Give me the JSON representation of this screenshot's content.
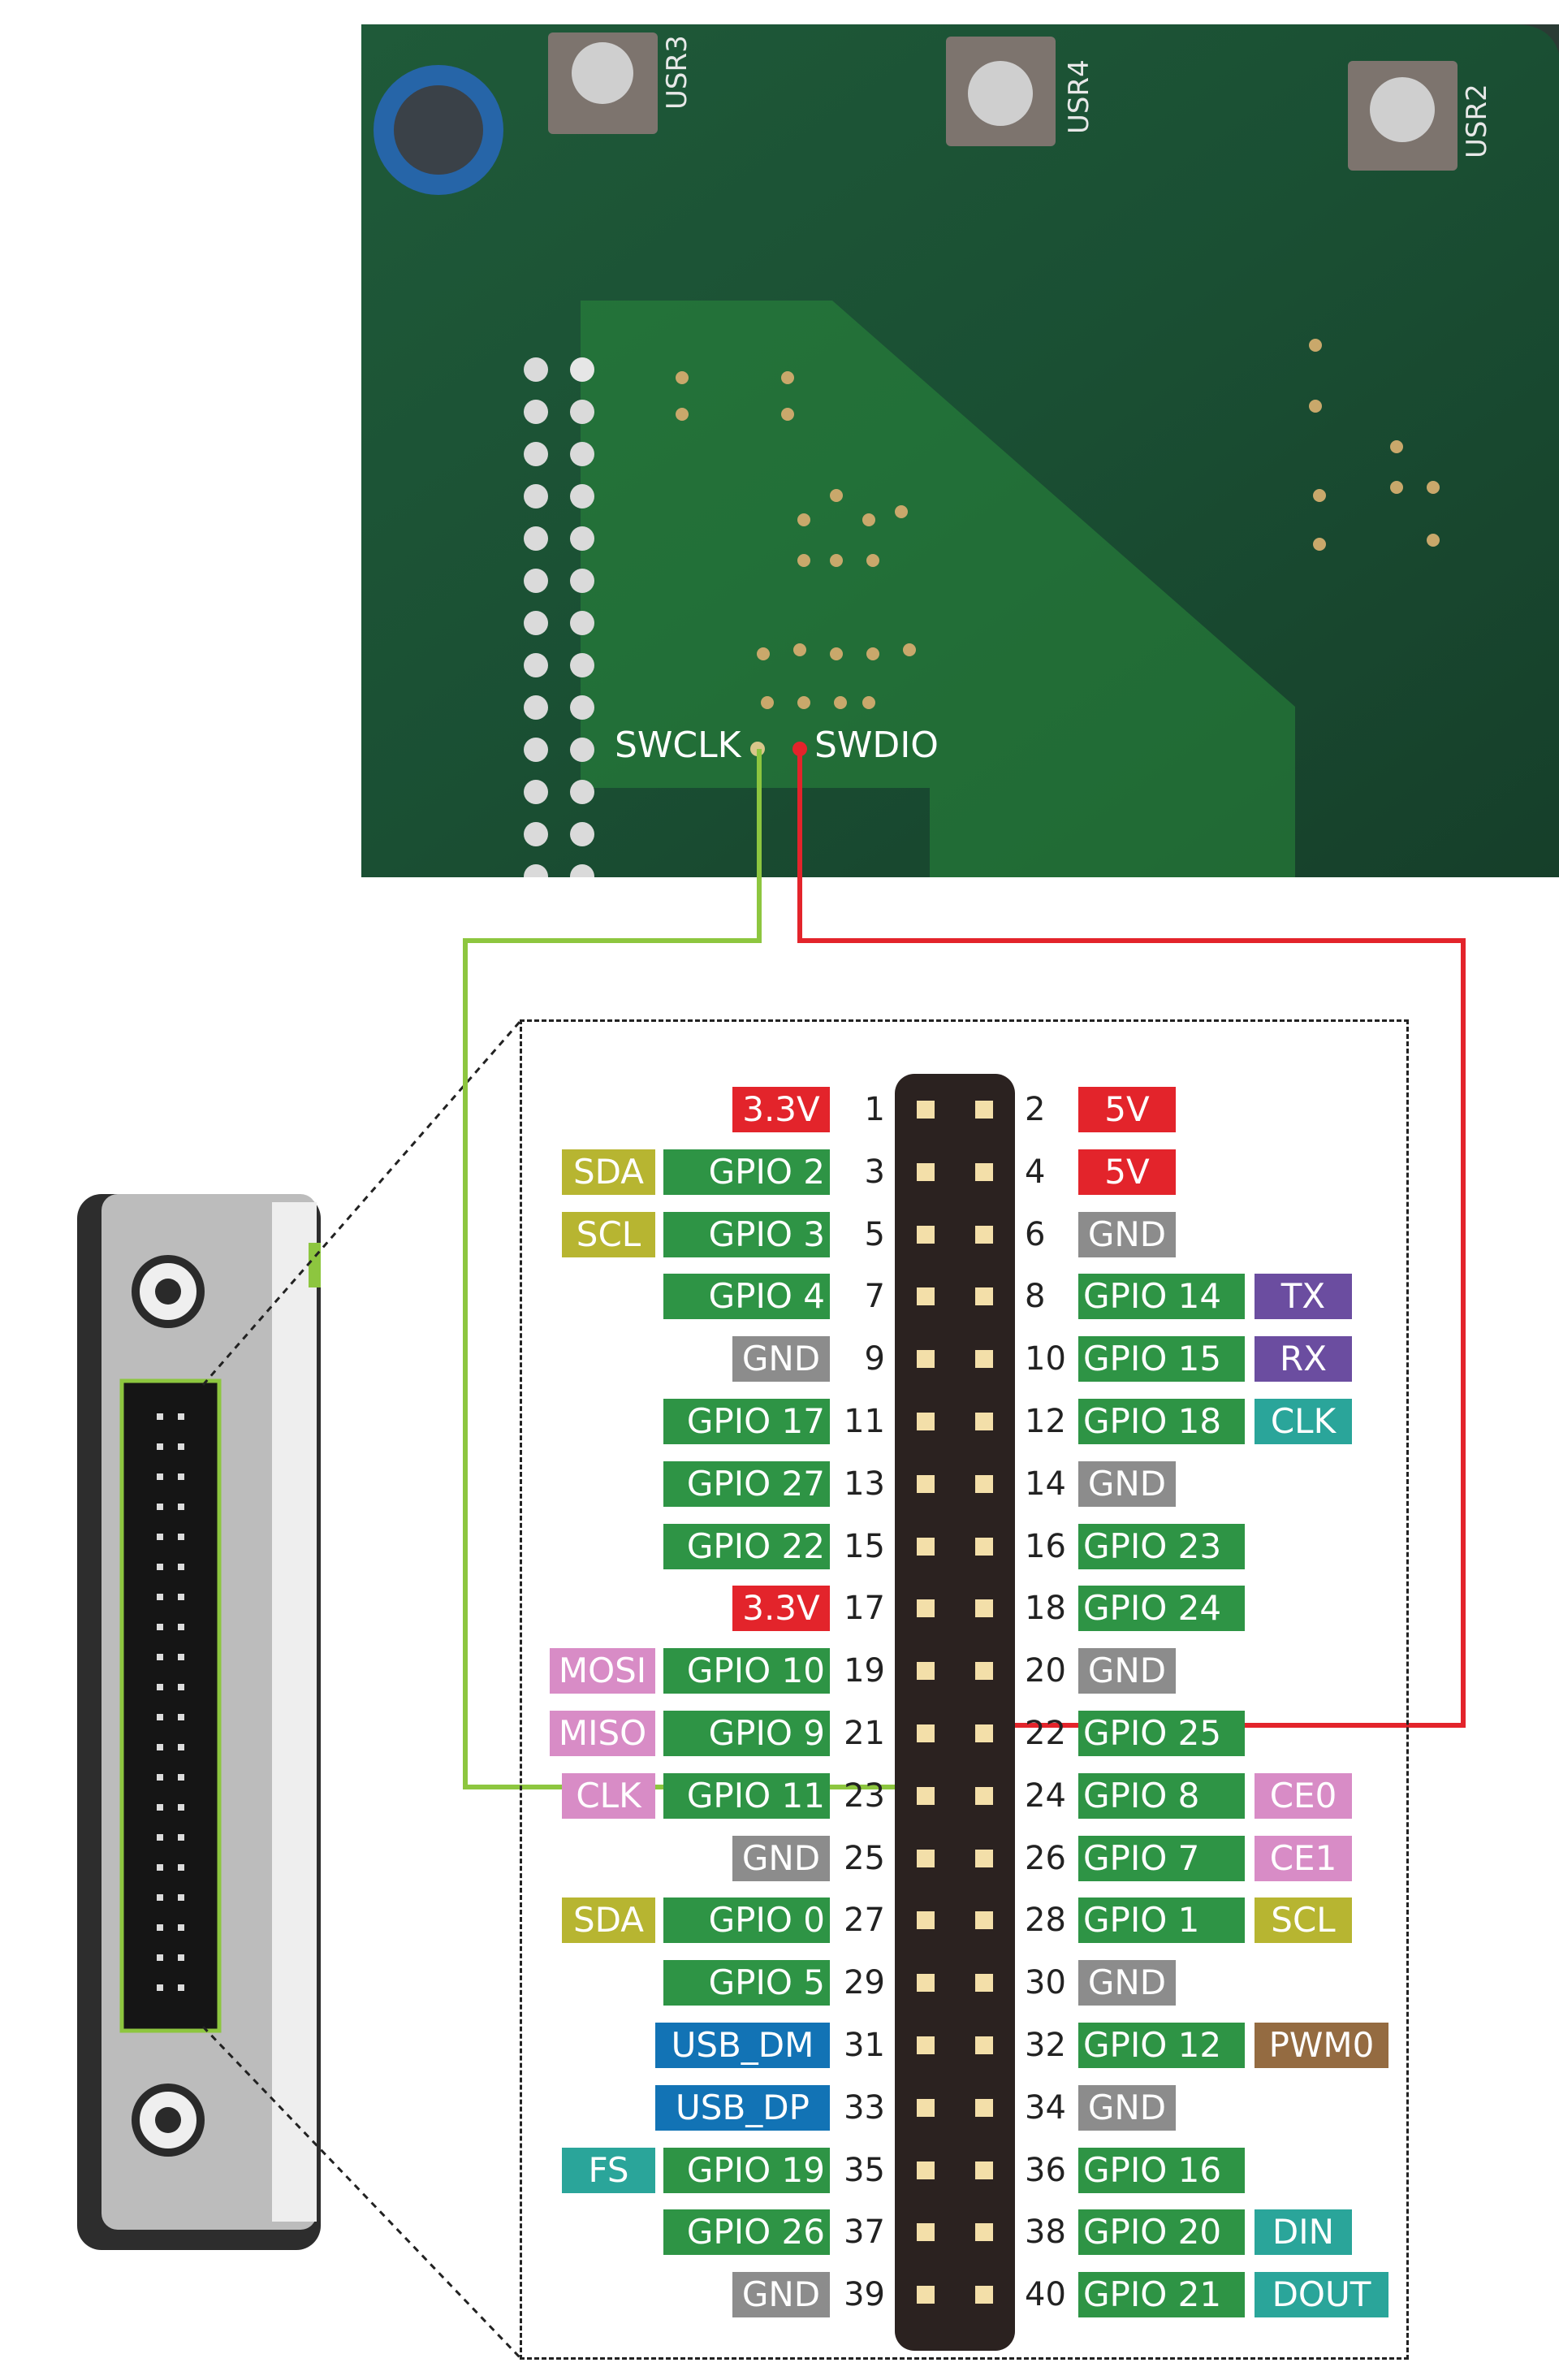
{
  "board": {
    "buttons": [
      "USR3",
      "USR4",
      "USR2"
    ],
    "signals": {
      "clk": "SWCLK",
      "dio": "SWDIO"
    }
  },
  "colors": {
    "power": "#e3242b",
    "gpio": "#2e9445",
    "gnd": "#8c8c8c",
    "i2c": "#b7b531",
    "uart": "#6b4da0",
    "pcm": "#2aa59a",
    "spi": "#d88cc6",
    "usb": "#1273b5",
    "pwm": "#946b41",
    "clk_wire": "#8dc63f",
    "dio_wire": "#e3242b"
  },
  "pins": [
    {
      "n": "1",
      "name": "3.3V",
      "name_type": "power",
      "alt": "",
      "alt_type": ""
    },
    {
      "n": "2",
      "name": "5V",
      "name_type": "power",
      "alt": "",
      "alt_type": ""
    },
    {
      "n": "3",
      "name": "GPIO 2",
      "name_type": "gpio",
      "alt": "SDA",
      "alt_type": "i2c"
    },
    {
      "n": "4",
      "name": "5V",
      "name_type": "power",
      "alt": "",
      "alt_type": ""
    },
    {
      "n": "5",
      "name": "GPIO 3",
      "name_type": "gpio",
      "alt": "SCL",
      "alt_type": "i2c"
    },
    {
      "n": "6",
      "name": "GND",
      "name_type": "gnd",
      "alt": "",
      "alt_type": ""
    },
    {
      "n": "7",
      "name": "GPIO 4",
      "name_type": "gpio",
      "alt": "",
      "alt_type": ""
    },
    {
      "n": "8",
      "name": "GPIO 14",
      "name_type": "gpio",
      "alt": "TX",
      "alt_type": "uart"
    },
    {
      "n": "9",
      "name": "GND",
      "name_type": "gnd",
      "alt": "",
      "alt_type": ""
    },
    {
      "n": "10",
      "name": "GPIO 15",
      "name_type": "gpio",
      "alt": "RX",
      "alt_type": "uart"
    },
    {
      "n": "11",
      "name": "GPIO 17",
      "name_type": "gpio",
      "alt": "",
      "alt_type": ""
    },
    {
      "n": "12",
      "name": "GPIO 18",
      "name_type": "gpio",
      "alt": "CLK",
      "alt_type": "pcm"
    },
    {
      "n": "13",
      "name": "GPIO 27",
      "name_type": "gpio",
      "alt": "",
      "alt_type": ""
    },
    {
      "n": "14",
      "name": "GND",
      "name_type": "gnd",
      "alt": "",
      "alt_type": ""
    },
    {
      "n": "15",
      "name": "GPIO 22",
      "name_type": "gpio",
      "alt": "",
      "alt_type": ""
    },
    {
      "n": "16",
      "name": "GPIO 23",
      "name_type": "gpio",
      "alt": "",
      "alt_type": ""
    },
    {
      "n": "17",
      "name": "3.3V",
      "name_type": "power",
      "alt": "",
      "alt_type": ""
    },
    {
      "n": "18",
      "name": "GPIO 24",
      "name_type": "gpio",
      "alt": "",
      "alt_type": ""
    },
    {
      "n": "19",
      "name": "GPIO 10",
      "name_type": "gpio",
      "alt": "MOSI",
      "alt_type": "spi"
    },
    {
      "n": "20",
      "name": "GND",
      "name_type": "gnd",
      "alt": "",
      "alt_type": ""
    },
    {
      "n": "21",
      "name": "GPIO 9",
      "name_type": "gpio",
      "alt": "MISO",
      "alt_type": "spi"
    },
    {
      "n": "22",
      "name": "GPIO 25",
      "name_type": "gpio",
      "alt": "",
      "alt_type": ""
    },
    {
      "n": "23",
      "name": "GPIO 11",
      "name_type": "gpio",
      "alt": "CLK",
      "alt_type": "spi"
    },
    {
      "n": "24",
      "name": "GPIO 8",
      "name_type": "gpio",
      "alt": "CE0",
      "alt_type": "spi"
    },
    {
      "n": "25",
      "name": "GND",
      "name_type": "gnd",
      "alt": "",
      "alt_type": ""
    },
    {
      "n": "26",
      "name": "GPIO 7",
      "name_type": "gpio",
      "alt": "CE1",
      "alt_type": "spi"
    },
    {
      "n": "27",
      "name": "GPIO 0",
      "name_type": "gpio",
      "alt": "SDA",
      "alt_type": "i2c"
    },
    {
      "n": "28",
      "name": "GPIO 1",
      "name_type": "gpio",
      "alt": "SCL",
      "alt_type": "i2c"
    },
    {
      "n": "29",
      "name": "GPIO 5",
      "name_type": "gpio",
      "alt": "",
      "alt_type": ""
    },
    {
      "n": "30",
      "name": "GND",
      "name_type": "gnd",
      "alt": "",
      "alt_type": ""
    },
    {
      "n": "31",
      "name": "USB_DM",
      "name_type": "usb",
      "alt": "",
      "alt_type": ""
    },
    {
      "n": "32",
      "name": "GPIO 12",
      "name_type": "gpio",
      "alt": "PWM0",
      "alt_type": "pwm"
    },
    {
      "n": "33",
      "name": "USB_DP",
      "name_type": "usb",
      "alt": "",
      "alt_type": ""
    },
    {
      "n": "34",
      "name": "GND",
      "name_type": "gnd",
      "alt": "",
      "alt_type": ""
    },
    {
      "n": "35",
      "name": "GPIO 19",
      "name_type": "gpio",
      "alt": "FS",
      "alt_type": "pcm"
    },
    {
      "n": "36",
      "name": "GPIO 16",
      "name_type": "gpio",
      "alt": "",
      "alt_type": ""
    },
    {
      "n": "37",
      "name": "GPIO 26",
      "name_type": "gpio",
      "alt": "",
      "alt_type": ""
    },
    {
      "n": "38",
      "name": "GPIO 20",
      "name_type": "gpio",
      "alt": "DIN",
      "alt_type": "pcm"
    },
    {
      "n": "39",
      "name": "GND",
      "name_type": "gnd",
      "alt": "",
      "alt_type": ""
    },
    {
      "n": "40",
      "name": "GPIO 21",
      "name_type": "gpio",
      "alt": "DOUT",
      "alt_type": "pcm"
    }
  ]
}
